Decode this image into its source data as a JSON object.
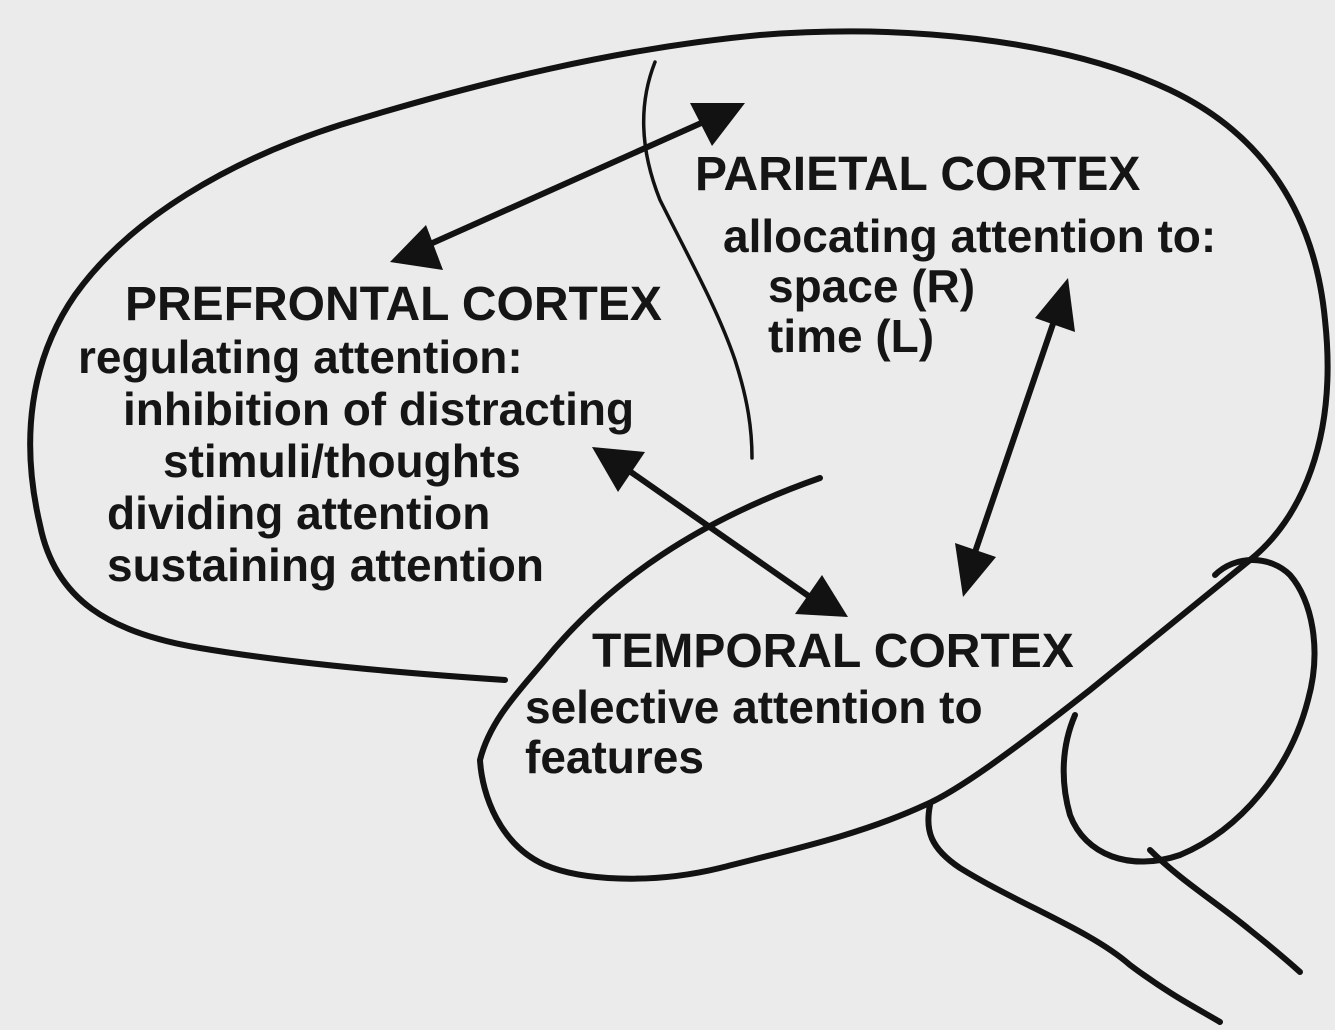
{
  "regions": {
    "parietal": {
      "title": "PARIETAL CORTEX",
      "lines": [
        "allocating attention to:",
        "space (R)",
        "time (L)"
      ]
    },
    "prefrontal": {
      "title": "PREFRONTAL CORTEX",
      "lines": [
        "regulating attention:",
        "inhibition of distracting",
        "stimuli/thoughts",
        "dividing attention",
        "sustaining attention"
      ]
    },
    "temporal": {
      "title": "TEMPORAL CORTEX",
      "lines": [
        "selective attention to",
        "features"
      ]
    }
  },
  "connections": [
    {
      "from": "prefrontal",
      "to": "parietal",
      "bidirectional": true
    },
    {
      "from": "prefrontal",
      "to": "temporal",
      "bidirectional": true
    },
    {
      "from": "parietal",
      "to": "temporal",
      "bidirectional": true
    }
  ],
  "colors": {
    "background": "#ebebeb",
    "ink": "#121212"
  }
}
